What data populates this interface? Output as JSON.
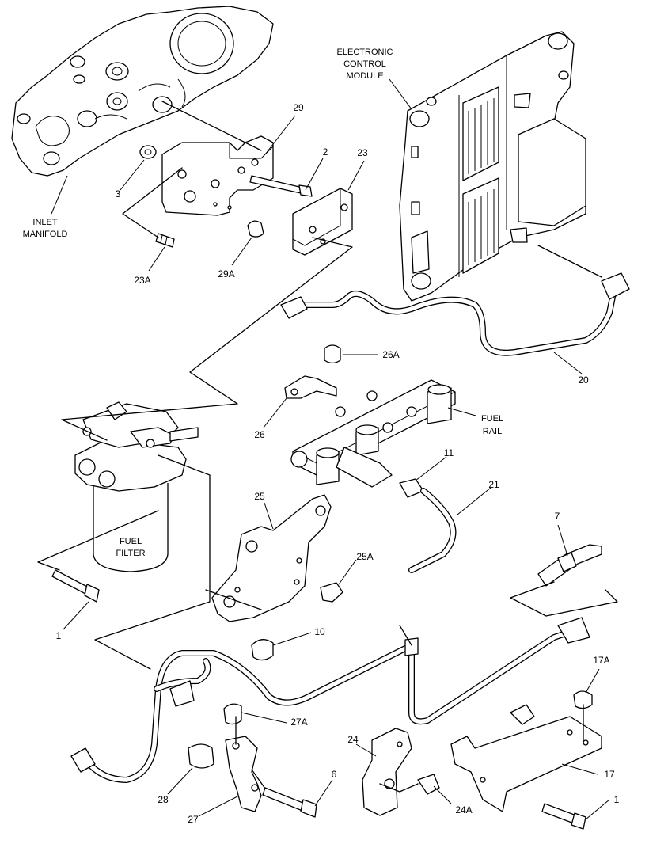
{
  "diagram": {
    "titles": {
      "ecm_line1": "ELECTRONIC",
      "ecm_line2": "CONTROL",
      "ecm_line3": "MODULE",
      "inlet_line1": "INLET",
      "inlet_line2": "MANIFOLD",
      "rail_line1": "FUEL",
      "rail_line2": "RAIL",
      "filter_line1": "FUEL",
      "filter_line2": "FILTER"
    },
    "callouts": {
      "c29": "29",
      "c2": "2",
      "c23": "23",
      "c3": "3",
      "c23A": "23A",
      "c29A": "29A",
      "c26A": "26A",
      "c20": "20",
      "c26": "26",
      "c11": "11",
      "c21": "21",
      "c25": "25",
      "c7": "7",
      "c25A": "25A",
      "c1a": "1",
      "c10": "10",
      "c17A": "17A",
      "c27A": "27A",
      "c24": "24",
      "c17": "17",
      "c28": "28",
      "c6": "6",
      "c1b": "1",
      "c27": "27",
      "c24A": "24A"
    }
  }
}
